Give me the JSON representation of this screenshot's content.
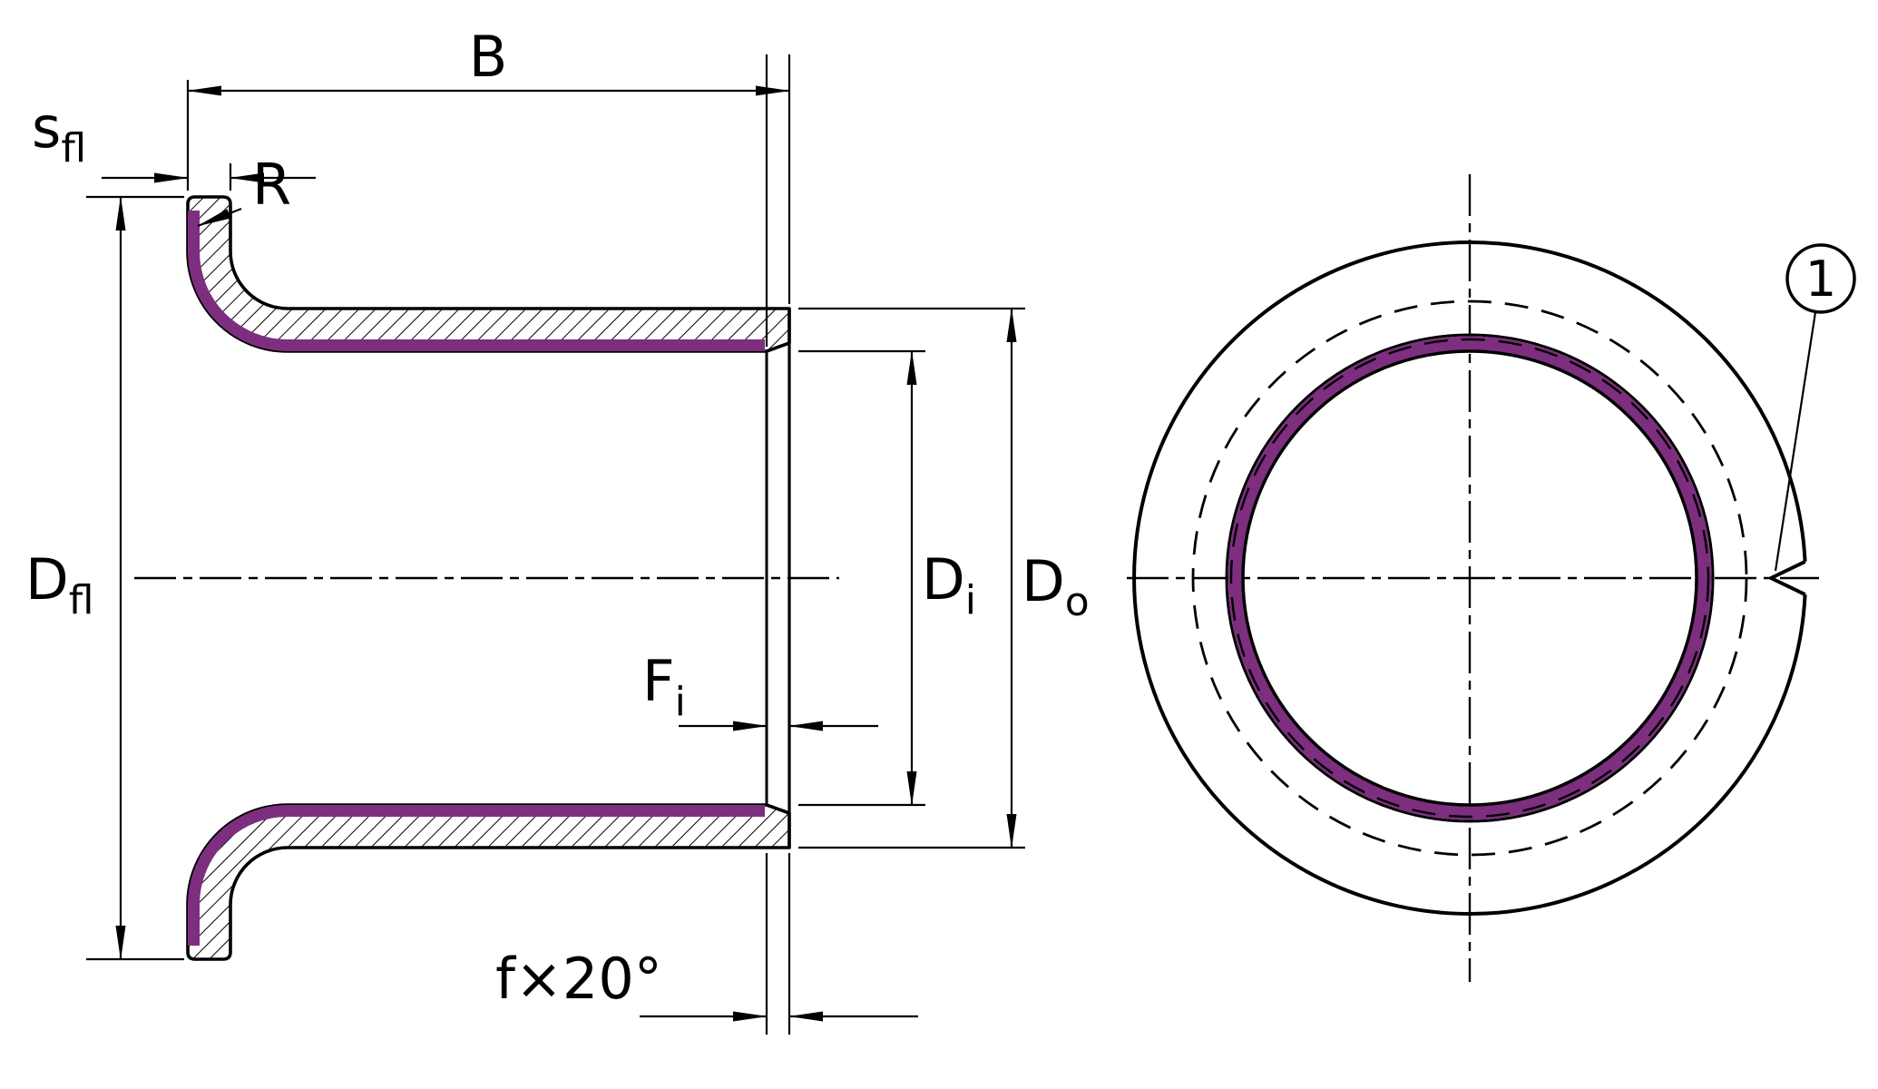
{
  "drawing": {
    "type": "technical-drawing",
    "subject": "flanged-plain-bushing",
    "views": [
      "section-view",
      "front-view"
    ]
  },
  "colors": {
    "liner": "#7d2e7f",
    "line": "#000000",
    "background": "#ffffff"
  },
  "labels": {
    "total_width": "B",
    "flange_thickness_main": "s",
    "flange_thickness_sub": "fl",
    "flange_radius": "R",
    "flange_diameter_main": "D",
    "flange_diameter_sub": "fl",
    "inner_diameter_main": "D",
    "inner_diameter_sub": "i",
    "outer_diameter_main": "D",
    "outer_diameter_sub": "o",
    "liner_face_main": "F",
    "liner_face_sub": "i",
    "chamfer": "f×20°",
    "callout_1": "1"
  }
}
